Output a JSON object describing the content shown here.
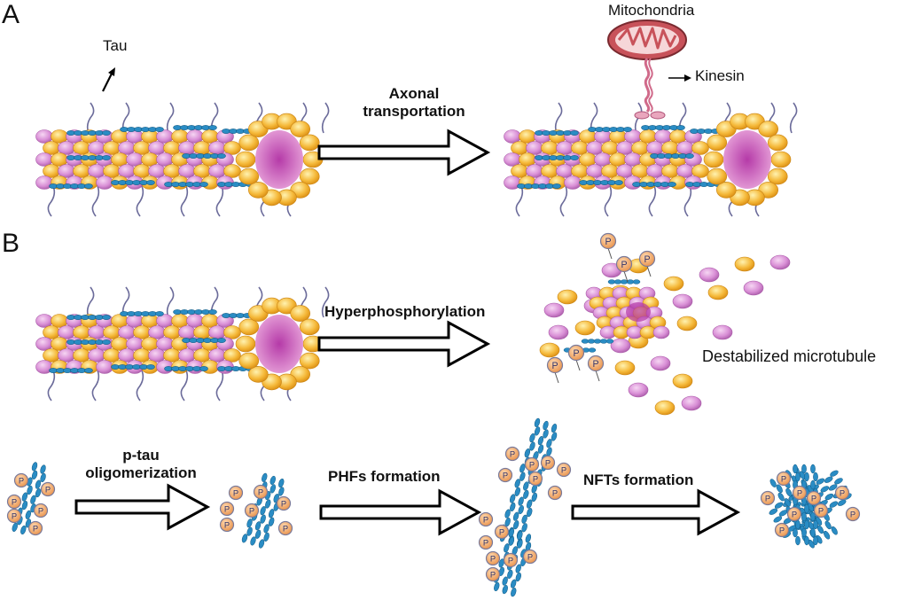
{
  "panels": {
    "a": {
      "letter": "A",
      "tau_label": "Tau",
      "mitochondria_label": "Mitochondria",
      "kinesin_label": "Kinesin",
      "step_label_line1": "Axonal",
      "step_label_line2": "transportation"
    },
    "b": {
      "letter": "B",
      "hyperphosphorylation_label": "Hyperphosphorylation",
      "destabilized_label": "Destabilized microtubule",
      "ptau_line1": "p-tau",
      "ptau_line2": "oligomerization",
      "phfs_label": "PHFs formation",
      "nfts_label": "NFTs formation",
      "phospho_symbol": "P"
    }
  },
  "colors": {
    "tubulin_yellow": "#f5b93a",
    "tubulin_pink": "#d98fd6",
    "tau_blue": "#2a8cc4",
    "phospho_orange": "#f2a660",
    "mito_red": "#c8525a"
  }
}
